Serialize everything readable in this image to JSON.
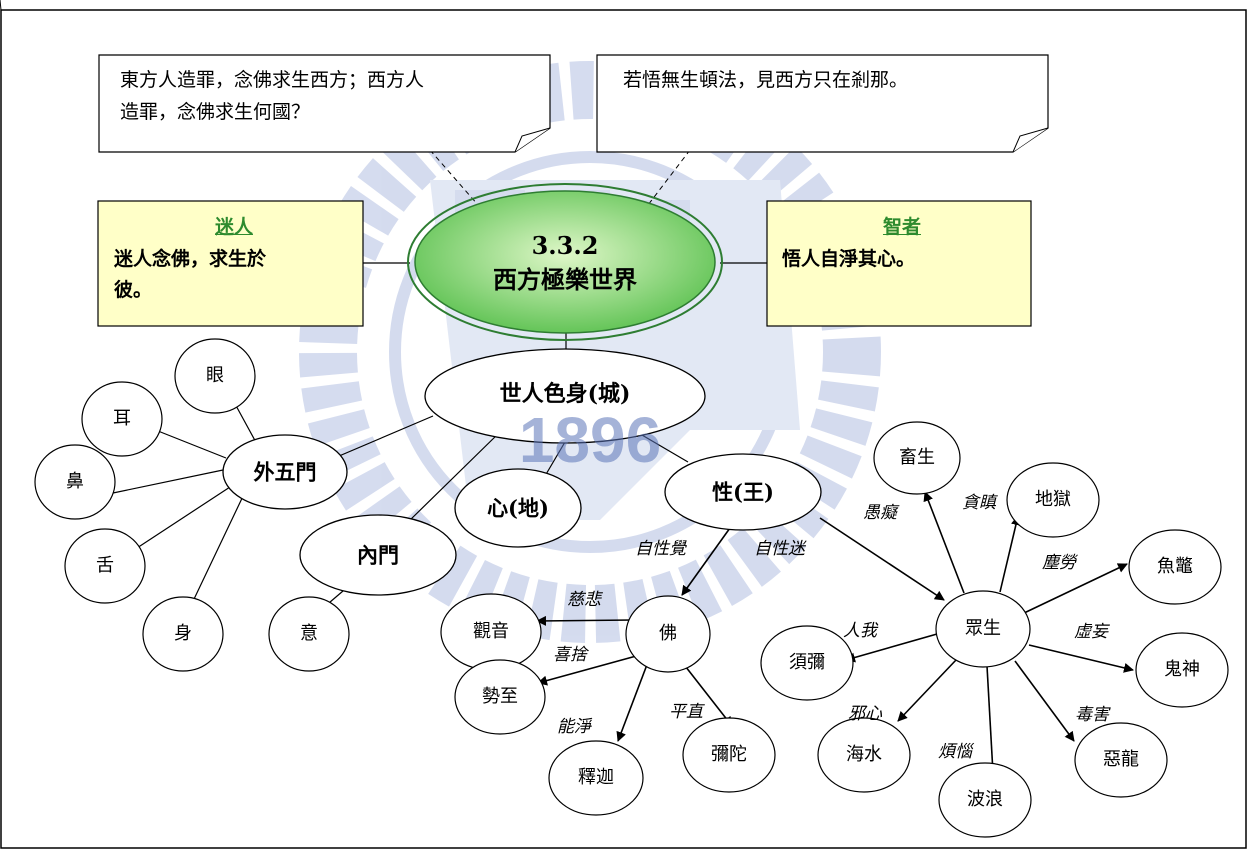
{
  "callouts": {
    "left": [
      "東方人造罪，念佛求生西方；西方人",
      "造罪，念佛求生何國？"
    ],
    "right": "若悟無生頓法，見西方只在剎那。"
  },
  "center": {
    "number": "3.3.2",
    "title": "西方極樂世界"
  },
  "left_box": {
    "heading": "迷人",
    "lines": [
      "迷人念佛，求生於",
      "彼。"
    ]
  },
  "right_box": {
    "heading": "智者",
    "text": "悟人自淨其心。"
  },
  "nodes": {
    "body_city": "世人色身(城)",
    "outer_gates": "外五門",
    "mind_ground": "心(地)",
    "nature_king": "性(王)",
    "inner_gate": "內門",
    "eye": "眼",
    "ear": "耳",
    "nose": "鼻",
    "tongue": "舌",
    "body": "身",
    "intention": "意",
    "buddha": "佛",
    "guanyin": "觀音",
    "shizhi": "勢至",
    "shijia": "釋迦",
    "mituo": "彌陀",
    "sentient": "眾生",
    "animals": "畜生",
    "hell": "地獄",
    "fish": "魚鼈",
    "ghosts": "鬼神",
    "dragon": "惡龍",
    "waves": "波浪",
    "sea": "海水",
    "sumeru": "須彌"
  },
  "edge_labels": {
    "self_aware": "自性覺",
    "self_deluded": "自性迷",
    "compassion": "慈悲",
    "joy": "喜捨",
    "pure": "能淨",
    "straight": "平直",
    "ignorance": "愚癡",
    "greed_anger": "貪瞋",
    "defilement": "塵勞",
    "falsehood": "虛妄",
    "poison": "毒害",
    "affliction": "煩惱",
    "evil_mind": "邪心",
    "self_other": "人我"
  },
  "watermark": {
    "text": "1896",
    "color": "#5b74b8"
  },
  "colors": {
    "center_fill": "#7ed36b",
    "center_stroke": "#2e7d32",
    "yellow_box": "#ffffc8",
    "heading_green": "#2e8b2e"
  }
}
